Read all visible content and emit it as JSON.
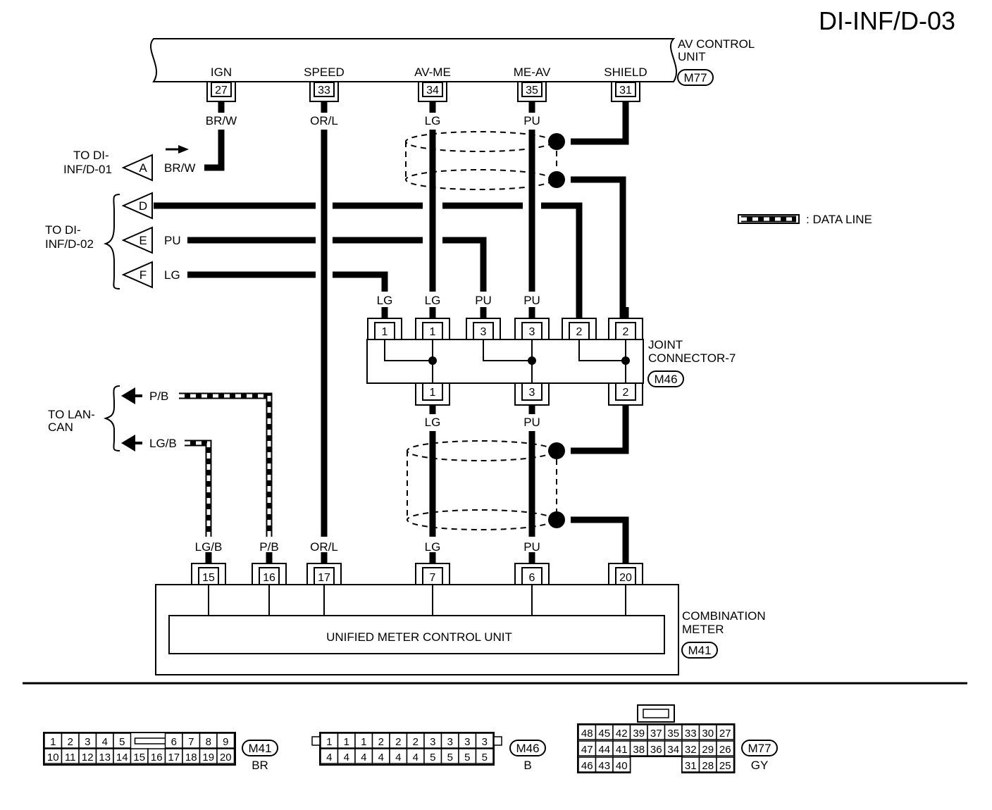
{
  "title": "DI-INF/D-03",
  "av_unit": {
    "name_line1": "AV CONTROL",
    "name_line2": "UNIT",
    "code": "M77",
    "pins": [
      {
        "label": "IGN",
        "number": "27",
        "wire": "BR/W"
      },
      {
        "label": "SPEED",
        "number": "33",
        "wire": "OR/L"
      },
      {
        "label": "AV-ME",
        "number": "34",
        "wire": "LG"
      },
      {
        "label": "ME-AV",
        "number": "35",
        "wire": "PU"
      },
      {
        "label": "SHIELD",
        "number": "31",
        "wire": ""
      }
    ]
  },
  "offpage": {
    "to_d01_line1": "TO DI-",
    "to_d01_line2": "INF/D-01",
    "to_d02_line1": "TO DI-",
    "to_d02_line2": "INF/D-02",
    "to_lan_line1": "TO LAN-",
    "to_lan_line2": "CAN",
    "connectors": [
      {
        "id": "A",
        "wire": "BR/W"
      },
      {
        "id": "D",
        "wire": ""
      },
      {
        "id": "E",
        "wire": "PU"
      },
      {
        "id": "F",
        "wire": "LG"
      }
    ],
    "lan_wires": [
      "P/B",
      "LG/B"
    ]
  },
  "legend": {
    "label": ": DATA LINE"
  },
  "joint_connector": {
    "name_line1": "JOINT",
    "name_line2": "CONNECTOR-7",
    "code": "M46",
    "top_pins": [
      {
        "number": "1",
        "wire": "LG"
      },
      {
        "number": "1",
        "wire": "LG"
      },
      {
        "number": "3",
        "wire": "PU"
      },
      {
        "number": "3",
        "wire": "PU"
      },
      {
        "number": "2",
        "wire": ""
      },
      {
        "number": "2",
        "wire": ""
      }
    ],
    "bottom_pins": [
      {
        "number": "1",
        "wire": "LG"
      },
      {
        "number": "3",
        "wire": "PU"
      },
      {
        "number": "2",
        "wire": ""
      }
    ]
  },
  "combination_meter": {
    "name_line1": "COMBINATION",
    "name_line2": "METER",
    "code": "M41",
    "inner_label": "UNIFIED METER CONTROL UNIT",
    "pins": [
      {
        "number": "15",
        "wire": "LG/B"
      },
      {
        "number": "16",
        "wire": "P/B"
      },
      {
        "number": "17",
        "wire": "OR/L"
      },
      {
        "number": "7",
        "wire": "LG"
      },
      {
        "number": "6",
        "wire": "PU"
      },
      {
        "number": "20",
        "wire": ""
      }
    ]
  },
  "connector_views": [
    {
      "code": "M41",
      "color": "BR",
      "row1": [
        "1",
        "2",
        "3",
        "4",
        "5",
        "6",
        "7",
        "8",
        "9"
      ],
      "row2": [
        "10",
        "11",
        "12",
        "13",
        "14",
        "15",
        "16",
        "17",
        "18",
        "19",
        "20"
      ]
    },
    {
      "code": "M46",
      "color": "B",
      "row1": [
        "1",
        "1",
        "1",
        "2",
        "2",
        "2",
        "3",
        "3",
        "3",
        "3"
      ],
      "row2": [
        "4",
        "4",
        "4",
        "4",
        "4",
        "4",
        "5",
        "5",
        "5",
        "5"
      ]
    },
    {
      "code": "M77",
      "color": "GY",
      "row1": [
        "48",
        "45",
        "42",
        "39",
        "37",
        "35",
        "33",
        "30",
        "27"
      ],
      "row2": [
        "47",
        "44",
        "41",
        "38",
        "36",
        "34",
        "32",
        "29",
        "26"
      ],
      "row3a": [
        "46",
        "43",
        "40"
      ],
      "row3b": [
        "31",
        "28",
        "25"
      ]
    }
  ],
  "colors": {
    "line": "#000000",
    "background": "#ffffff"
  }
}
